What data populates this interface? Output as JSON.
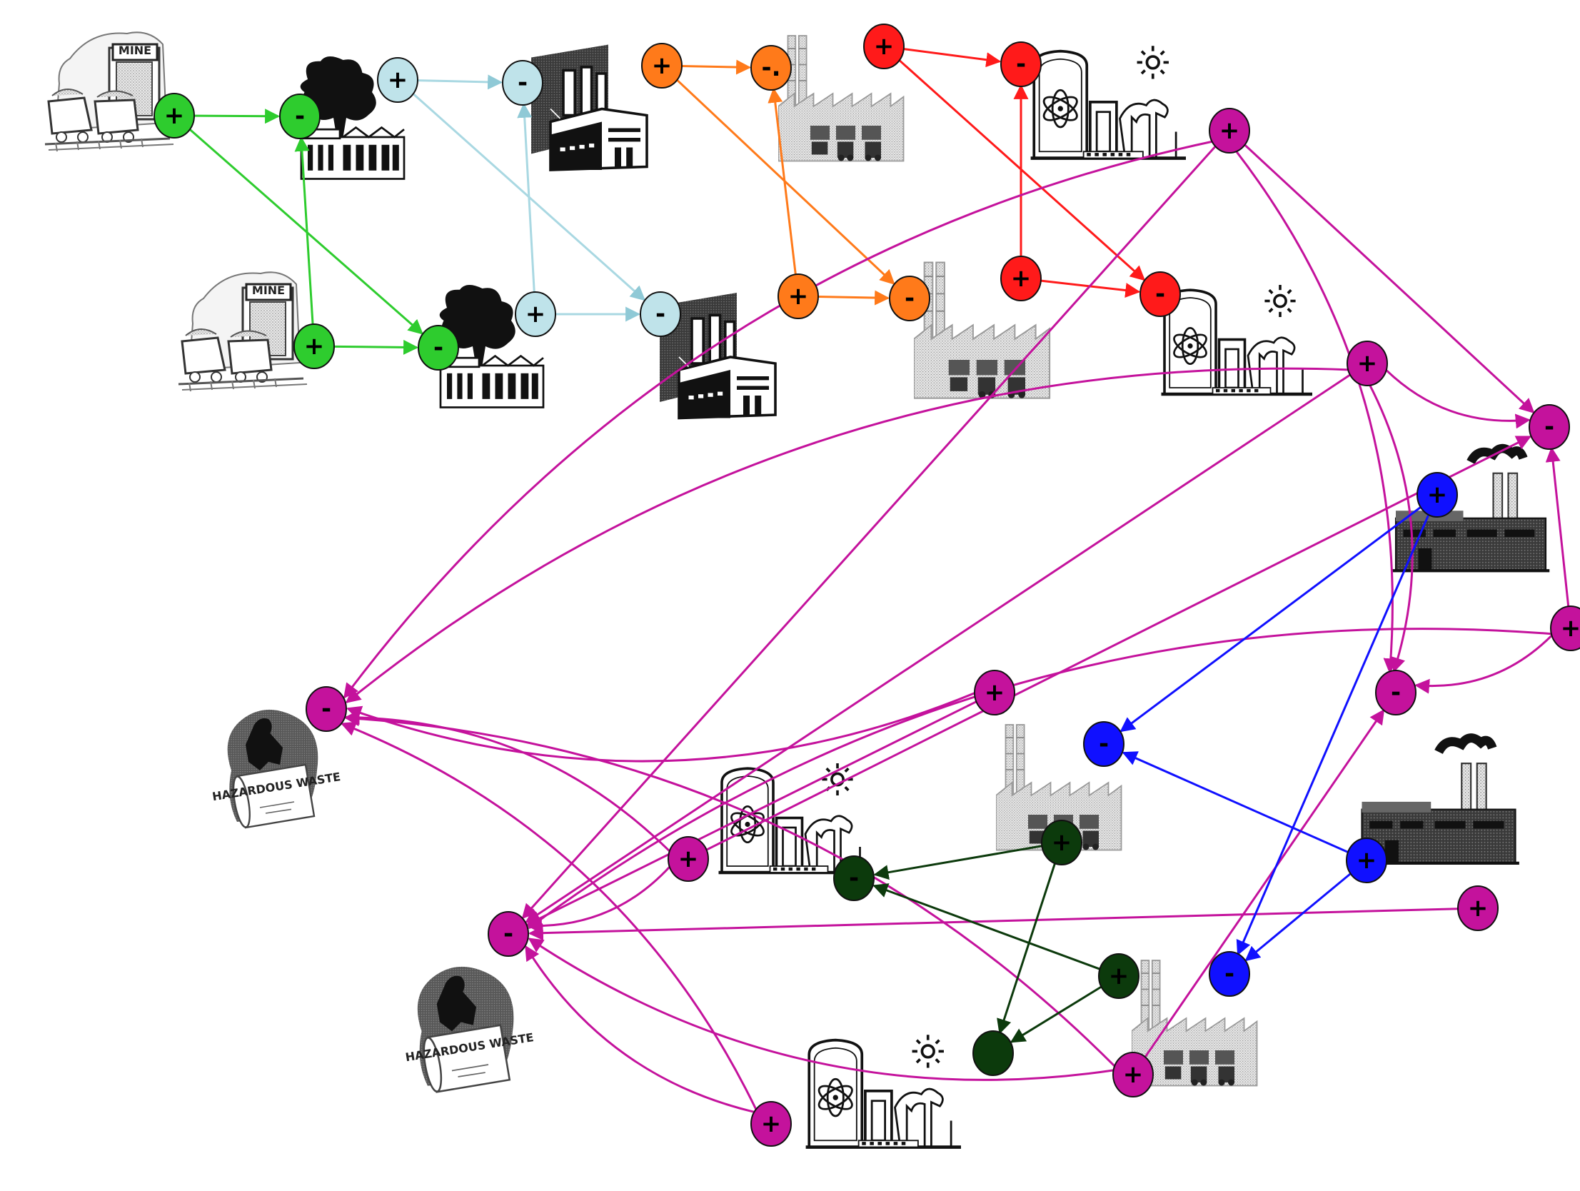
{
  "diagram": {
    "background": "#ffffff",
    "colors": {
      "green": "#2ecc2e",
      "lightblue": "#bfe3ea",
      "orange": "#ff7a1a",
      "red": "#ff1a1a",
      "magenta": "#c4129c",
      "blue": "#1010ff",
      "darkgreen": "#0c3a0c"
    },
    "icon_types": {
      "mine": "mine-icon",
      "coal_plant": "coal-power-plant-icon",
      "factory": "factory-icon",
      "warehouse": "warehouse-icon",
      "nuclear_plant": "nuclear-power-plant-icon",
      "waste": "hazardous-waste-icon",
      "smokestack_factory": "smokestack-factory-icon"
    },
    "images": [
      {
        "id": "mine1",
        "type": "mine",
        "label": "MINE"
      },
      {
        "id": "mine2",
        "type": "mine",
        "label": "MINE"
      },
      {
        "id": "coal1",
        "type": "coal_plant"
      },
      {
        "id": "coal2",
        "type": "coal_plant"
      },
      {
        "id": "factory1",
        "type": "factory"
      },
      {
        "id": "factory2",
        "type": "factory"
      },
      {
        "id": "wh1",
        "type": "warehouse"
      },
      {
        "id": "wh2",
        "type": "warehouse"
      },
      {
        "id": "wh3",
        "type": "warehouse"
      },
      {
        "id": "wh4",
        "type": "warehouse"
      },
      {
        "id": "nuc1",
        "type": "nuclear_plant"
      },
      {
        "id": "nuc2",
        "type": "nuclear_plant"
      },
      {
        "id": "nuc3",
        "type": "nuclear_plant"
      },
      {
        "id": "nuc4",
        "type": "nuclear_plant"
      },
      {
        "id": "waste1",
        "type": "waste",
        "label": "HAZARDOUS WASTE"
      },
      {
        "id": "waste2",
        "type": "waste",
        "label": "HAZARDOUS WASTE"
      },
      {
        "id": "fac3",
        "type": "smokestack_factory"
      },
      {
        "id": "fac4",
        "type": "smokestack_factory"
      }
    ],
    "nodes": [
      {
        "id": "g1",
        "sign": "+",
        "color": "green"
      },
      {
        "id": "g2",
        "sign": "-",
        "color": "green"
      },
      {
        "id": "g3",
        "sign": "+",
        "color": "green"
      },
      {
        "id": "g4",
        "sign": "-",
        "color": "green"
      },
      {
        "id": "lb1",
        "sign": "+",
        "color": "lightblue"
      },
      {
        "id": "lb2",
        "sign": "-",
        "color": "lightblue"
      },
      {
        "id": "lb3",
        "sign": "+",
        "color": "lightblue"
      },
      {
        "id": "lb4",
        "sign": "-",
        "color": "lightblue"
      },
      {
        "id": "o1",
        "sign": "+",
        "color": "orange"
      },
      {
        "id": "o2",
        "sign": "-.",
        "color": "orange"
      },
      {
        "id": "o3",
        "sign": "+",
        "color": "orange"
      },
      {
        "id": "o4",
        "sign": "-",
        "color": "orange"
      },
      {
        "id": "r1",
        "sign": "+",
        "color": "red"
      },
      {
        "id": "r2",
        "sign": "-",
        "color": "red"
      },
      {
        "id": "r3",
        "sign": "+",
        "color": "red"
      },
      {
        "id": "r4",
        "sign": "-",
        "color": "red"
      },
      {
        "id": "m1",
        "sign": "+",
        "color": "magenta"
      },
      {
        "id": "m2",
        "sign": "+",
        "color": "magenta"
      },
      {
        "id": "m3",
        "sign": "-",
        "color": "magenta"
      },
      {
        "id": "m4",
        "sign": "+",
        "color": "magenta"
      },
      {
        "id": "m5",
        "sign": "-",
        "color": "magenta"
      },
      {
        "id": "m6",
        "sign": "-",
        "color": "magenta"
      },
      {
        "id": "m7",
        "sign": "+",
        "color": "magenta"
      },
      {
        "id": "m8",
        "sign": "-",
        "color": "magenta"
      },
      {
        "id": "m9",
        "sign": "+",
        "color": "magenta"
      },
      {
        "id": "m10",
        "sign": "+",
        "color": "magenta"
      },
      {
        "id": "m11",
        "sign": "+",
        "color": "magenta"
      },
      {
        "id": "m12",
        "sign": "+",
        "color": "magenta"
      },
      {
        "id": "b1",
        "sign": "+",
        "color": "blue"
      },
      {
        "id": "b2",
        "sign": "-",
        "color": "blue"
      },
      {
        "id": "b3",
        "sign": "+",
        "color": "blue"
      },
      {
        "id": "b4",
        "sign": "-",
        "color": "blue"
      },
      {
        "id": "d1",
        "sign": "+",
        "color": "darkgreen"
      },
      {
        "id": "d2",
        "sign": "-",
        "color": "darkgreen"
      },
      {
        "id": "d3",
        "sign": "+",
        "color": "darkgreen"
      },
      {
        "id": "d4",
        "sign": "",
        "color": "darkgreen"
      }
    ],
    "edges": [
      {
        "from": "g1",
        "to": "g2",
        "color": "green"
      },
      {
        "from": "g1",
        "to": "g4",
        "color": "green"
      },
      {
        "from": "g3",
        "to": "g2",
        "color": "green"
      },
      {
        "from": "g3",
        "to": "g4",
        "color": "green"
      },
      {
        "from": "lb1",
        "to": "lb2",
        "color": "lightblue"
      },
      {
        "from": "lb1",
        "to": "lb4",
        "color": "lightblue"
      },
      {
        "from": "lb3",
        "to": "lb2",
        "color": "lightblue"
      },
      {
        "from": "lb3",
        "to": "lb4",
        "color": "lightblue"
      },
      {
        "from": "o1",
        "to": "o2",
        "color": "orange"
      },
      {
        "from": "o1",
        "to": "o4",
        "color": "orange"
      },
      {
        "from": "o3",
        "to": "o2",
        "color": "orange"
      },
      {
        "from": "o3",
        "to": "o4",
        "color": "orange"
      },
      {
        "from": "r1",
        "to": "r2",
        "color": "red"
      },
      {
        "from": "r1",
        "to": "r4",
        "color": "red"
      },
      {
        "from": "r3",
        "to": "r2",
        "color": "red"
      },
      {
        "from": "r3",
        "to": "r4",
        "color": "red"
      },
      {
        "from": "m1",
        "to": "m3",
        "color": "magenta"
      },
      {
        "from": "m1",
        "to": "m6",
        "color": "magenta"
      },
      {
        "from": "m1",
        "to": "m5",
        "color": "magenta"
      },
      {
        "from": "m1",
        "to": "m8",
        "color": "magenta"
      },
      {
        "from": "m2",
        "to": "m3",
        "color": "magenta"
      },
      {
        "from": "m2",
        "to": "m5",
        "color": "magenta"
      },
      {
        "from": "m2",
        "to": "m8",
        "color": "magenta"
      },
      {
        "from": "m2",
        "to": "m6",
        "color": "magenta"
      },
      {
        "from": "m4",
        "to": "m5",
        "color": "magenta"
      },
      {
        "from": "m4",
        "to": "m3",
        "color": "magenta"
      },
      {
        "from": "m4",
        "to": "m8",
        "color": "magenta"
      },
      {
        "from": "m7",
        "to": "m6",
        "color": "magenta"
      },
      {
        "from": "m7",
        "to": "m8",
        "color": "magenta"
      },
      {
        "from": "m9",
        "to": "m6",
        "color": "magenta"
      },
      {
        "from": "m9",
        "to": "m8",
        "color": "magenta"
      },
      {
        "from": "m9",
        "to": "m3",
        "color": "magenta"
      },
      {
        "from": "m10",
        "to": "m6",
        "color": "magenta"
      },
      {
        "from": "m10",
        "to": "m8",
        "color": "magenta"
      },
      {
        "from": "m10",
        "to": "m5",
        "color": "magenta"
      },
      {
        "from": "m11",
        "to": "m6",
        "color": "magenta"
      },
      {
        "from": "m11",
        "to": "m8",
        "color": "magenta"
      },
      {
        "from": "m12",
        "to": "m8",
        "color": "magenta"
      },
      {
        "from": "b1",
        "to": "b2",
        "color": "blue"
      },
      {
        "from": "b1",
        "to": "b4",
        "color": "blue"
      },
      {
        "from": "b3",
        "to": "b2",
        "color": "blue"
      },
      {
        "from": "b3",
        "to": "b4",
        "color": "blue"
      },
      {
        "from": "d1",
        "to": "d2",
        "color": "darkgreen"
      },
      {
        "from": "d1",
        "to": "d4",
        "color": "darkgreen"
      },
      {
        "from": "d3",
        "to": "d2",
        "color": "darkgreen"
      },
      {
        "from": "d3",
        "to": "d4",
        "color": "darkgreen"
      }
    ]
  }
}
